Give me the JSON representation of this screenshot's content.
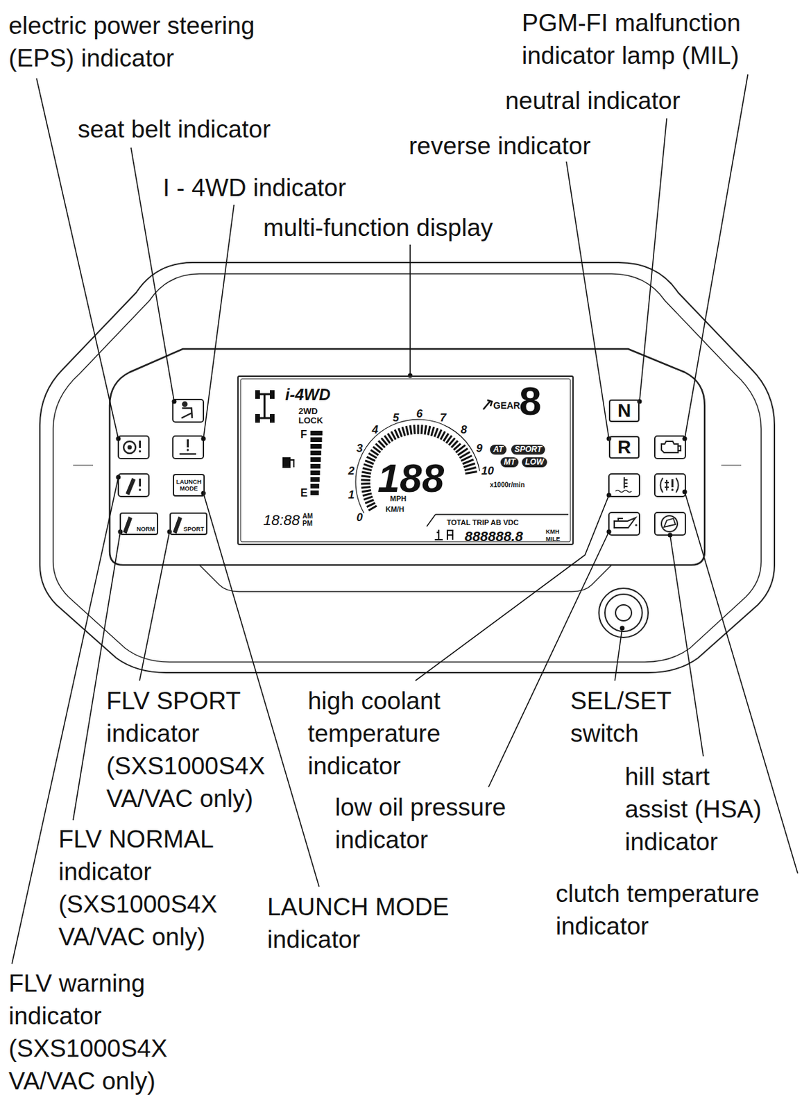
{
  "diagram": {
    "nodes": [
      {
        "text": [
          "i-4WD",
          "2WD LOCK",
          "F",
          "E",
          "0",
          "1",
          "2",
          "3",
          "4",
          "5",
          "6",
          "7",
          "8",
          "9",
          "10",
          "188",
          "MPH",
          "KM/H",
          "x1000r/min",
          "GEAR",
          "8",
          "TOTAL TRIP AB VDC",
          "888888.8",
          "KMH",
          "MILE",
          "18:88",
          "AM",
          "PM"
        ]
      },
      {
        "text": [
          "AT"
        ],
        "in": 0
      },
      {
        "text": [
          "SPORT"
        ],
        "in": 0
      },
      {
        "text": [
          "MT"
        ],
        "in": 0
      },
      {
        "text": [
          "LOW"
        ],
        "in": 0
      },
      {
        "text": [
          "LAUNCH MODE"
        ]
      },
      {
        "text": [
          "NORM"
        ]
      },
      {
        "text": [
          "SPORT"
        ]
      },
      {
        "text": [
          "N"
        ]
      },
      {
        "text": [
          "R"
        ]
      }
    ],
    "labels": [
      "electric power steering (EPS) indicator",
      "seat belt indicator",
      "I - 4WD indicator",
      "multi-function display",
      "PGM-FI malfunction indicator lamp (MIL)",
      "neutral indicator",
      "reverse indicator",
      "FLV SPORT indicator (SXS1000S4X VA/VAC only)",
      "FLV NORMAL indicator (SXS1000S4X VA/VAC only)",
      "FLV warning indicator (SXS1000S4X VA/VAC only)",
      "LAUNCH MODE indicator",
      "high coolant temperature indicator",
      "low oil pressure indicator",
      "SEL/SET switch",
      "hill start assist (HSA) indicator",
      "clutch temperature indicator"
    ]
  }
}
